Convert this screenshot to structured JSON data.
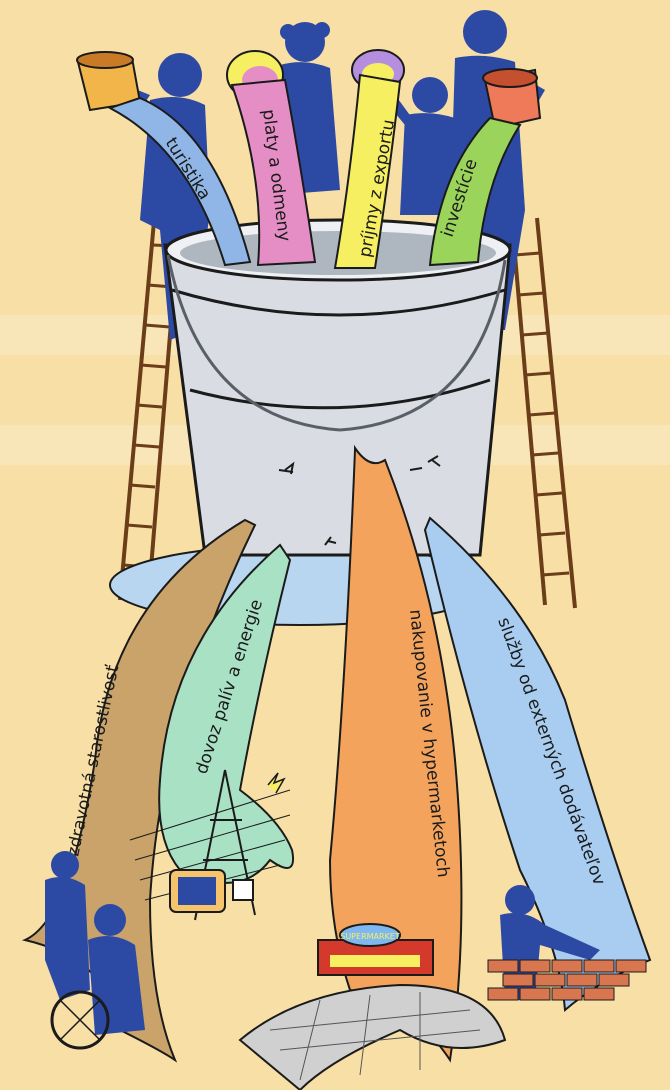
{
  "inflows": [
    {
      "label": "turistika",
      "color": "#8fb6e6"
    },
    {
      "label": "platy a odmeny",
      "color": "#e58ec6"
    },
    {
      "label": "príjmy z exportu",
      "color": "#f6ef62"
    },
    {
      "label": "investície",
      "color": "#9ad45a"
    }
  ],
  "outflows": [
    {
      "label": "zdravotná starostlivosť",
      "color": "#c9a36a"
    },
    {
      "label": "dovoz palív a energie",
      "color": "#a9e1c5"
    },
    {
      "label": "nakupovanie v hypermarketoch",
      "color": "#f3a35c"
    },
    {
      "label": "služby od externých dodávateľov",
      "color": "#a9cdf0"
    }
  ],
  "sign": {
    "text": "SUPERMARKET"
  },
  "colors": {
    "figure": "#2c4aa3",
    "bucket": "#d9dde3",
    "background": "#f7dfa6"
  }
}
